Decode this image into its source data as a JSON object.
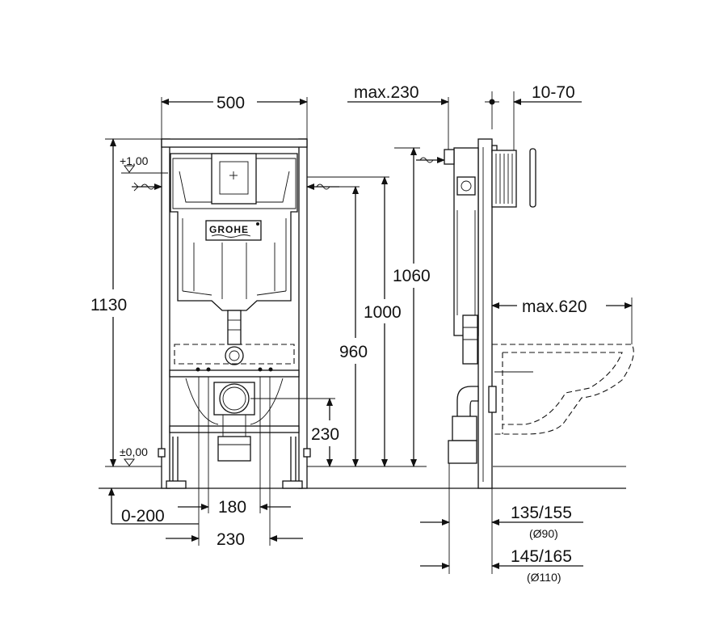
{
  "front_view": {
    "width_label": "500",
    "height_label": "1130",
    "level_plus": "+1,00",
    "level_zero": "±0,00",
    "offset_label": "0-200",
    "pipe_spacing_label": "180",
    "outer_spacing_label": "230",
    "outlet_height_label": "230",
    "level_960": "960",
    "level_1000": "1000",
    "level_1060": "1060",
    "brand_logo": "GROHE"
  },
  "side_view": {
    "max_depth_label": "max.230",
    "wall_range_label": "10-70",
    "bowl_projection_label": "max.620",
    "dist_90_label": "135/155",
    "dia_90_label": "(Ø90)",
    "dist_110_label": "145/165",
    "dia_110_label": "(Ø110)"
  }
}
